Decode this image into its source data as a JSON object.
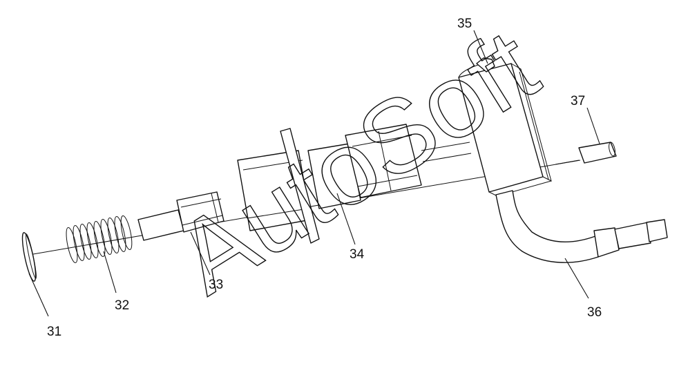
{
  "watermark": "AutoSoft",
  "callouts": [
    {
      "id": "31",
      "label": "31"
    },
    {
      "id": "32",
      "label": "32"
    },
    {
      "id": "33",
      "label": "33"
    },
    {
      "id": "34",
      "label": "34"
    },
    {
      "id": "35",
      "label": "35"
    },
    {
      "id": "36",
      "label": "36"
    },
    {
      "id": "37",
      "label": "37"
    }
  ],
  "colors": {
    "line": "#111111",
    "background": "#ffffff"
  }
}
